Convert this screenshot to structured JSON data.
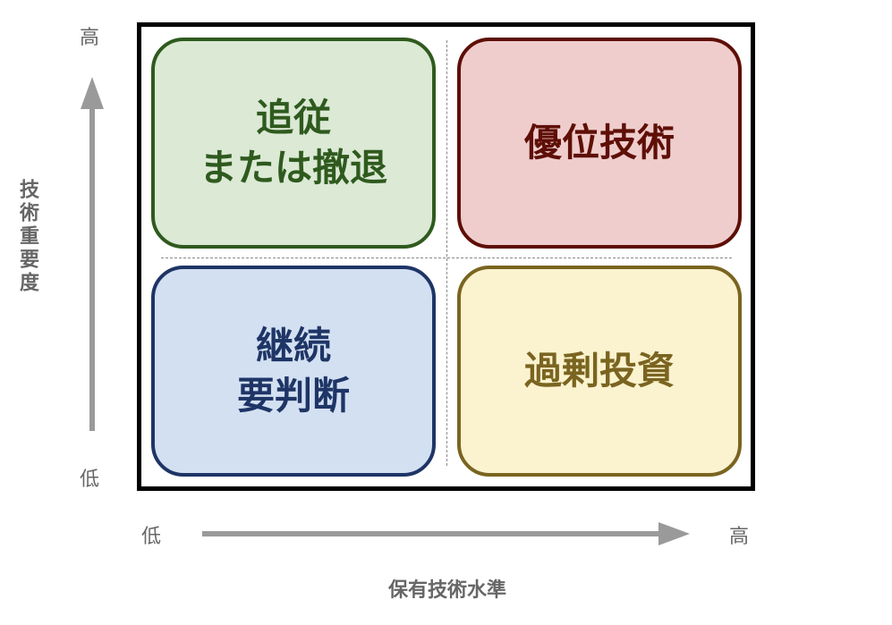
{
  "axes": {
    "y": {
      "title": "技術重要度",
      "high": "高",
      "low": "低"
    },
    "x": {
      "title": "保有技術水準",
      "high": "高",
      "low": "低"
    }
  },
  "quadrants": {
    "top_left": {
      "lines": [
        "追従",
        "または撤退"
      ],
      "fill": "#dbe9d5",
      "border": "#2f5a1e",
      "text_color": "#2f5a1e"
    },
    "top_right": {
      "lines": [
        "優位技術"
      ],
      "fill": "#efcdcd",
      "border": "#5e0f06",
      "text_color": "#5e0f06"
    },
    "bottom_left": {
      "lines": [
        "継続",
        "要判断"
      ],
      "fill": "#d3e0f2",
      "border": "#1e3566",
      "text_color": "#1e3566"
    },
    "bottom_right": {
      "lines": [
        "過剰投資"
      ],
      "fill": "#fbf3cf",
      "border": "#7a6420",
      "text_color": "#7a6420"
    }
  },
  "colors": {
    "frame": "#000000",
    "arrow": "#9a9a9a",
    "axis_text": "#666666",
    "divider": "#8a8a8a"
  }
}
